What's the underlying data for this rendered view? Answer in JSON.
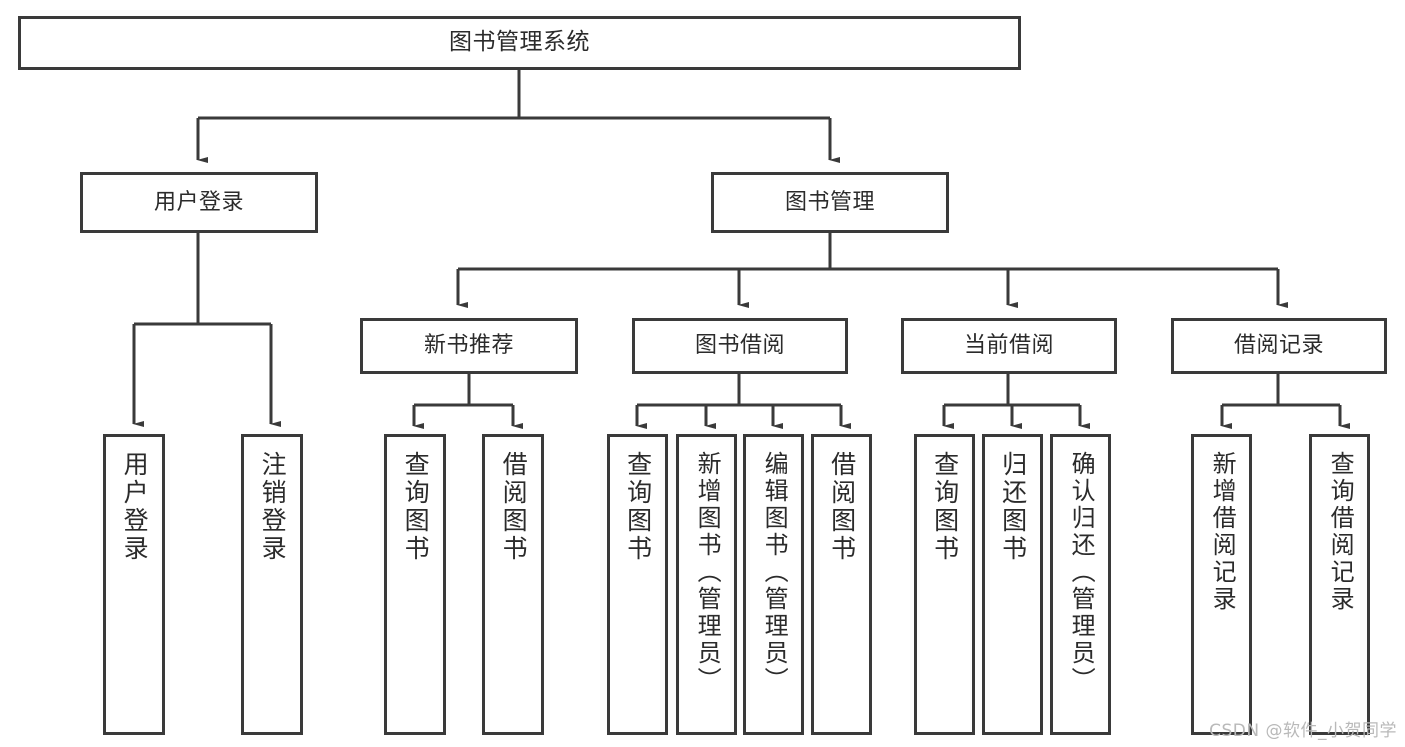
{
  "diagram": {
    "type": "tree",
    "title": "图书管理系统",
    "watermark": "CSDN @软件_小贺同学",
    "colors": {
      "border": "#3a3a3a",
      "background": "#ffffff",
      "text": "#2b2b2b",
      "watermark": "#b9b9b9"
    },
    "nodes": {
      "root": {
        "label": "图书管理系统"
      },
      "level2": [
        {
          "id": "user-login",
          "label": "用户登录"
        },
        {
          "id": "book-manage",
          "label": "图书管理"
        }
      ],
      "level3": [
        {
          "id": "new-book-recommend",
          "label": "新书推荐"
        },
        {
          "id": "book-borrow",
          "label": "图书借阅"
        },
        {
          "id": "current-borrow",
          "label": "当前借阅"
        },
        {
          "id": "borrow-record",
          "label": "借阅记录"
        }
      ],
      "leaves": [
        {
          "id": "leaf-user-login",
          "label": "用户登录",
          "parent": "user-login"
        },
        {
          "id": "leaf-logout",
          "label": "注销登录",
          "parent": "user-login"
        },
        {
          "id": "leaf-query-book-1",
          "label": "查询图书",
          "parent": "new-book-recommend"
        },
        {
          "id": "leaf-borrow-book-1",
          "label": "借阅图书",
          "parent": "new-book-recommend"
        },
        {
          "id": "leaf-query-book-2",
          "label": "查询图书",
          "parent": "book-borrow"
        },
        {
          "id": "leaf-add-book",
          "label": "新增图书（管理员）",
          "parent": "book-borrow"
        },
        {
          "id": "leaf-edit-book",
          "label": "编辑图书（管理员）",
          "parent": "book-borrow"
        },
        {
          "id": "leaf-borrow-book-2",
          "label": "借阅图书",
          "parent": "book-borrow"
        },
        {
          "id": "leaf-query-book-3",
          "label": "查询图书",
          "parent": "current-borrow"
        },
        {
          "id": "leaf-return-book",
          "label": "归还图书",
          "parent": "current-borrow"
        },
        {
          "id": "leaf-confirm-return",
          "label": "确认归还（管理员）",
          "parent": "current-borrow"
        },
        {
          "id": "leaf-add-record",
          "label": "新增借阅记录",
          "parent": "borrow-record"
        },
        {
          "id": "leaf-query-record",
          "label": "查询借阅记录",
          "parent": "borrow-record"
        }
      ]
    }
  }
}
